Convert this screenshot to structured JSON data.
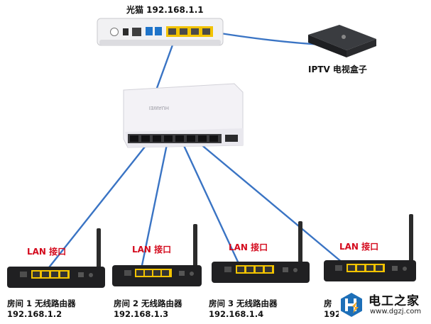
{
  "modem": {
    "label": "光猫  192.168.1.1"
  },
  "iptv": {
    "label": "IPTV 电视盒子"
  },
  "switch": {
    "brand": "HUAWEI"
  },
  "routers": [
    {
      "lan_label": "LAN 接口",
      "name": "房间 1  无线路由器",
      "ip": "192.168.1.2"
    },
    {
      "lan_label": "LAN 接口",
      "name": "房间 2  无线路由器",
      "ip": "192.168.1.3"
    },
    {
      "lan_label": "LAN 接口",
      "name": "房间 3  无线路由器",
      "ip": "192.168.1.4"
    },
    {
      "lan_label": "LAN 接口",
      "name": "房",
      "ip": "192"
    }
  ],
  "watermark": {
    "title": "电工之家",
    "url": "www.dgzj.com"
  },
  "colors": {
    "cable": "#3a74c4",
    "lan_label": "#d40a1d",
    "port": "#f2c300",
    "watermark_badge": "#1d6fb8"
  }
}
